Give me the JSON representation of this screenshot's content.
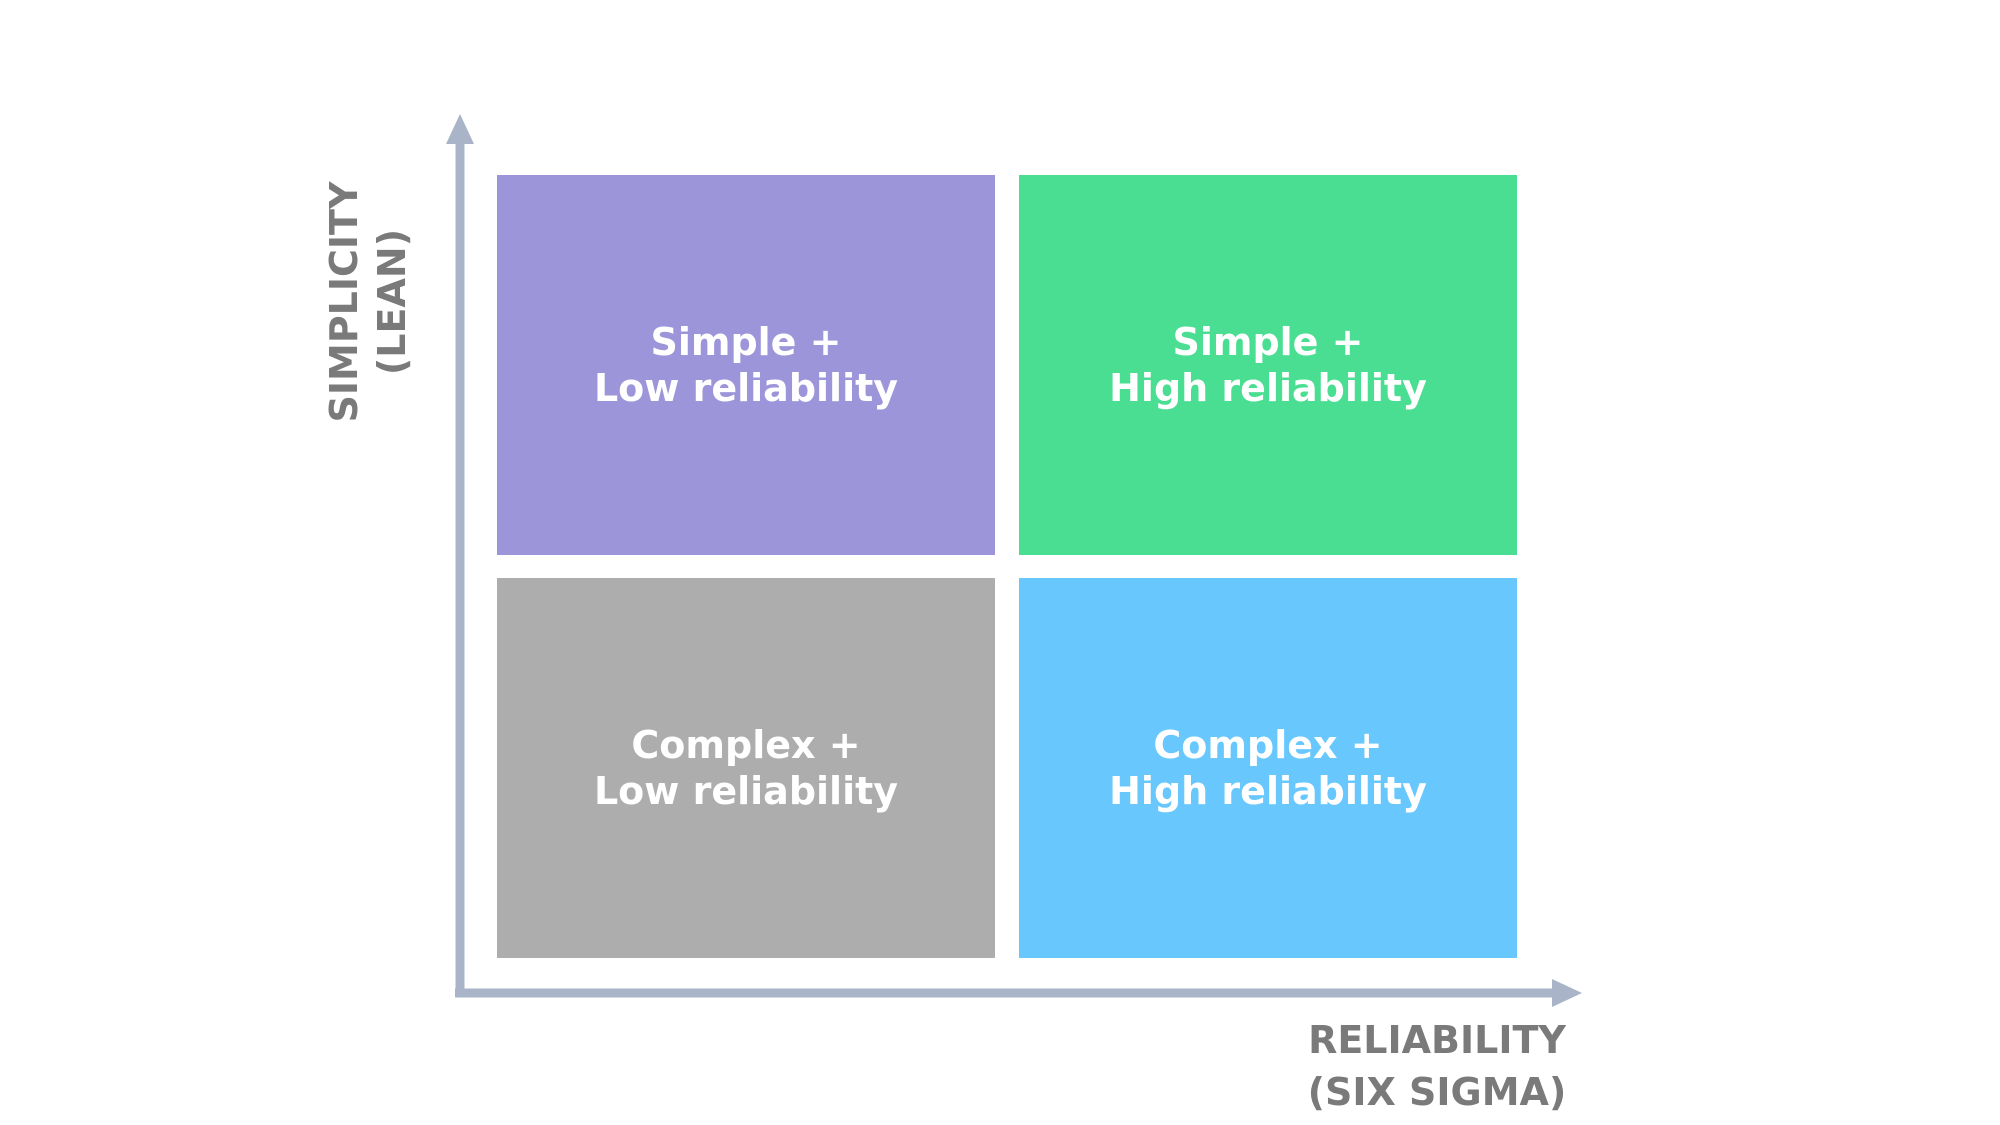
{
  "axes": {
    "y_label_line1": "SIMPLICITY",
    "y_label_line2": "(LEAN)",
    "x_label_line1": "RELIABILITY",
    "x_label_line2": "(SIX SIGMA)",
    "color": "#a9b4c8"
  },
  "quadrants": [
    {
      "position": "top-left",
      "line1": "Simple +",
      "line2": "Low reliability",
      "color": "#9d95d9"
    },
    {
      "position": "top-right",
      "line1": "Simple +",
      "line2": "High reliability",
      "color": "#49de91"
    },
    {
      "position": "bottom-left",
      "line1": "Complex +",
      "line2": "Low reliability",
      "color": "#adadad"
    },
    {
      "position": "bottom-right",
      "line1": "Complex +",
      "line2": "High reliability",
      "color": "#68c8fe"
    }
  ]
}
